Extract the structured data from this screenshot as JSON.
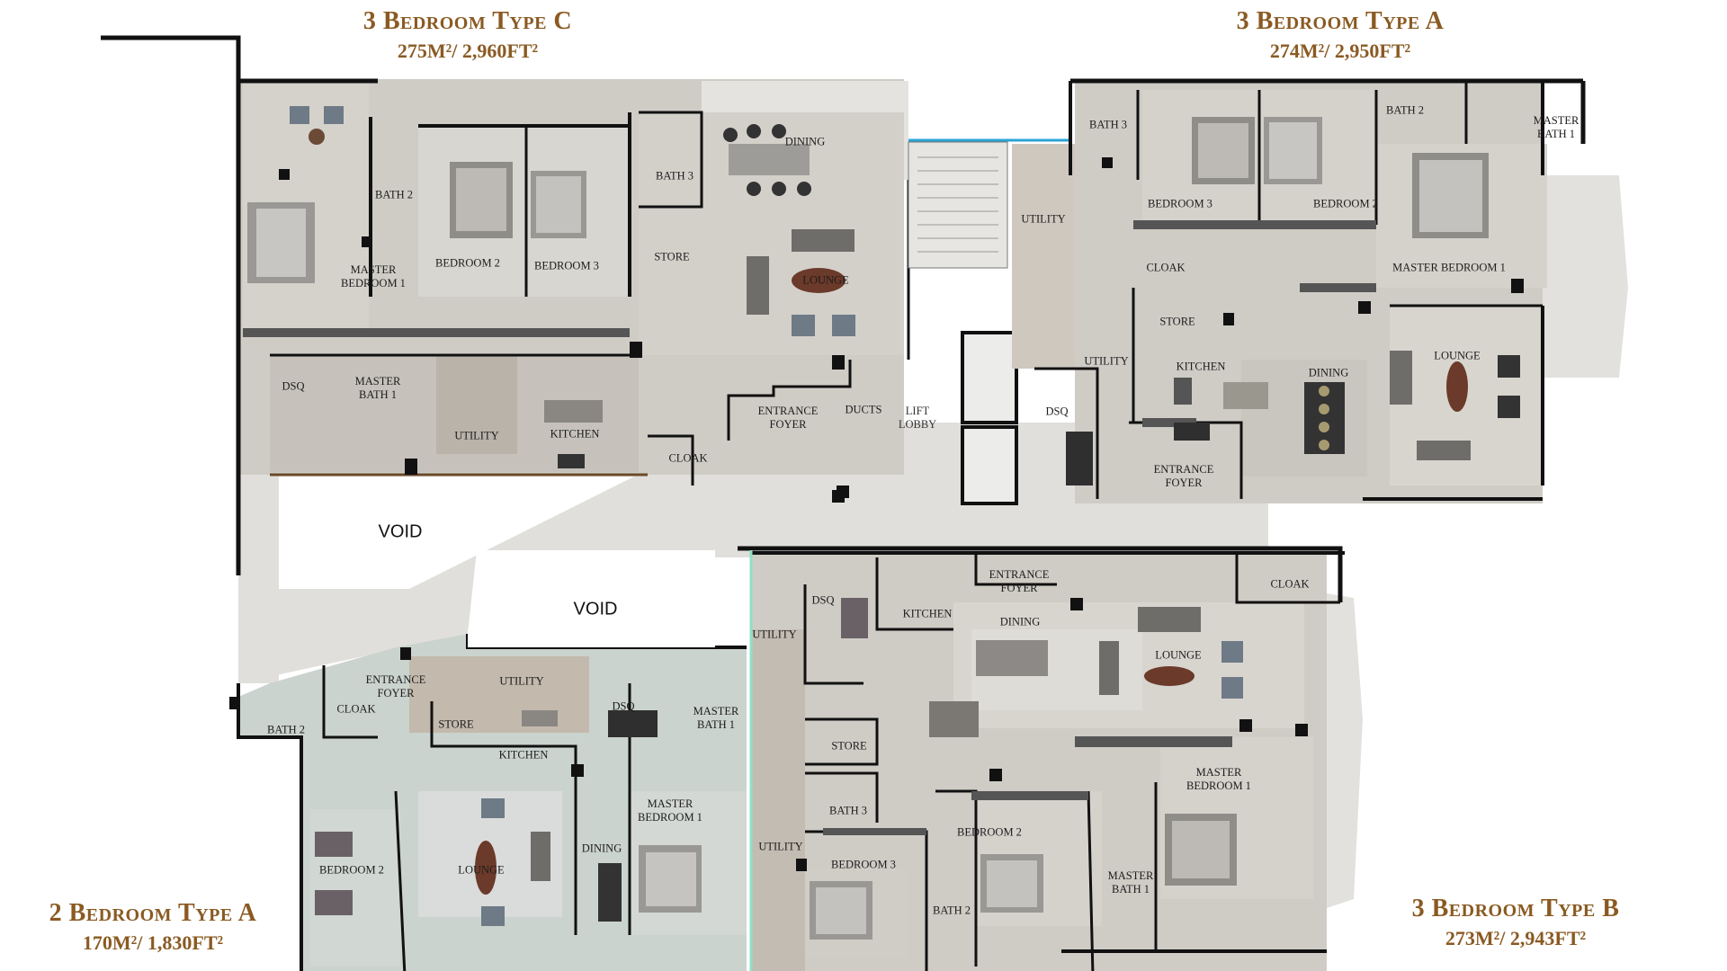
{
  "units": {
    "type_c": {
      "name": "3 Bedroom Type C",
      "area": "275M²/ 2,960FT²"
    },
    "type_a_3bed": {
      "name": "3 Bedroom Type A",
      "area": "274M²/ 2,950FT²"
    },
    "type_a_2bed": {
      "name": "2 Bedroom Type A",
      "area": "170M²/ 1,830FT²"
    },
    "type_b": {
      "name": "3 Bedroom Type B",
      "area": "273M²/ 2,943FT²"
    }
  },
  "voids": [
    "VOID",
    "VOID"
  ],
  "lift_lobby": "LIFT\nLOBBY",
  "rooms": {
    "type_c": [
      "MASTER\nBEDROOM 1",
      "BATH 2",
      "BEDROOM 2",
      "BEDROOM 3",
      "BATH 3",
      "DINING",
      "STORE",
      "LOUNGE",
      "MASTER\nBATH 1",
      "DSQ",
      "UTILITY",
      "KITCHEN",
      "ENTRANCE\nFOYER",
      "DUCTS",
      "CLOAK"
    ],
    "type_a_3bed": [
      "BATH 3",
      "BEDROOM 3",
      "BEDROOM 2",
      "BATH 2",
      "MASTER\nBATH 1",
      "MASTER BEDROOM 1",
      "UTILITY",
      "CLOAK",
      "STORE",
      "UTILITY",
      "KITCHEN",
      "DINING",
      "LOUNGE",
      "DSQ",
      "ENTRANCE\nFOYER"
    ],
    "type_a_2bed": [
      "ENTRANCE\nFOYER",
      "UTILITY",
      "CLOAK",
      "BATH 2",
      "STORE",
      "DSQ",
      "MASTER\nBATH 1",
      "KITCHEN",
      "MASTER\nBEDROOM 1",
      "BEDROOM 2",
      "LOUNGE",
      "DINING"
    ],
    "type_b": [
      "ENTRANCE\nFOYER",
      "CLOAK",
      "DSQ",
      "KITCHEN",
      "DINING",
      "LOUNGE",
      "UTILITY",
      "STORE",
      "MASTER\nBEDROOM 1",
      "BATH 3",
      "BEDROOM 2",
      "UTILITY",
      "BEDROOM 3",
      "MASTER\nBATH 1",
      "BATH 2"
    ]
  },
  "colors": {
    "title": "#8a5a22",
    "floor": "#dcdad5",
    "room_floor": "#cfccc6",
    "wall": "#111111",
    "green_floor": "#cdd5cf",
    "accent_line": "#2aa3d6"
  }
}
